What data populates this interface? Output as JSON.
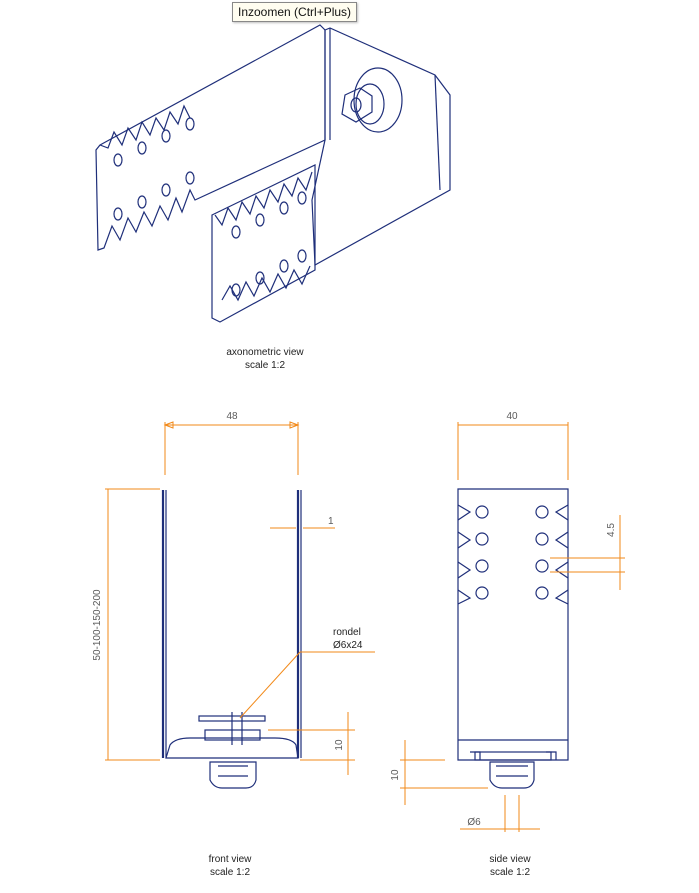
{
  "tooltip": {
    "text": "Inzoomen (Ctrl+Plus)"
  },
  "views": {
    "axonometric": {
      "title": "axonometric view",
      "scale": "scale 1:2"
    },
    "front": {
      "title": "front view",
      "scale": "scale 1:2"
    },
    "side": {
      "title": "side view",
      "scale": "scale 1:2"
    }
  },
  "dimensions": {
    "front_width": "48",
    "front_height": "50-100-150-200",
    "front_thickness": "1",
    "front_base": "10",
    "side_width": "40",
    "side_pitch": "4.5",
    "side_base": "10",
    "side_pin": "Ø6"
  },
  "callouts": {
    "rondel_name": "rondel",
    "rondel_size": "Ø6x24"
  },
  "colors": {
    "ink": "#1f2f7a",
    "dimension": "#f28a1a"
  }
}
